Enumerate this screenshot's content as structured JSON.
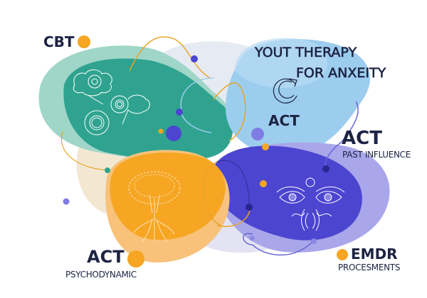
{
  "title": {
    "line1": "YOUT THERAPY",
    "line2": "FOR ANXEITY"
  },
  "labels": {
    "cbt": {
      "title": "CBT"
    },
    "act_center": {
      "title": "ACT"
    },
    "act_past": {
      "title": "ACT",
      "subtitle": "PAST INFLUENCE"
    },
    "act_psycho": {
      "title": "ACT",
      "subtitle": "PSYCHODYNAMIC"
    },
    "emdr": {
      "title": "EMDR",
      "subtitle": "PROCESMENTS"
    }
  },
  "icons": [
    "gears-thought-bubbles-icon",
    "cycle-arrow-icon",
    "tree-roots-icon",
    "eyes-sound-waves-icon"
  ],
  "colors": {
    "teal": "#2fa38f",
    "light_teal": "#9fd6c8",
    "light_blue": "#9dcdee",
    "orange": "#f6a623",
    "indigo": "#4b45d0",
    "lavender": "#b9b8ef",
    "beige": "#f3e7d2",
    "text": "#1d2342"
  }
}
